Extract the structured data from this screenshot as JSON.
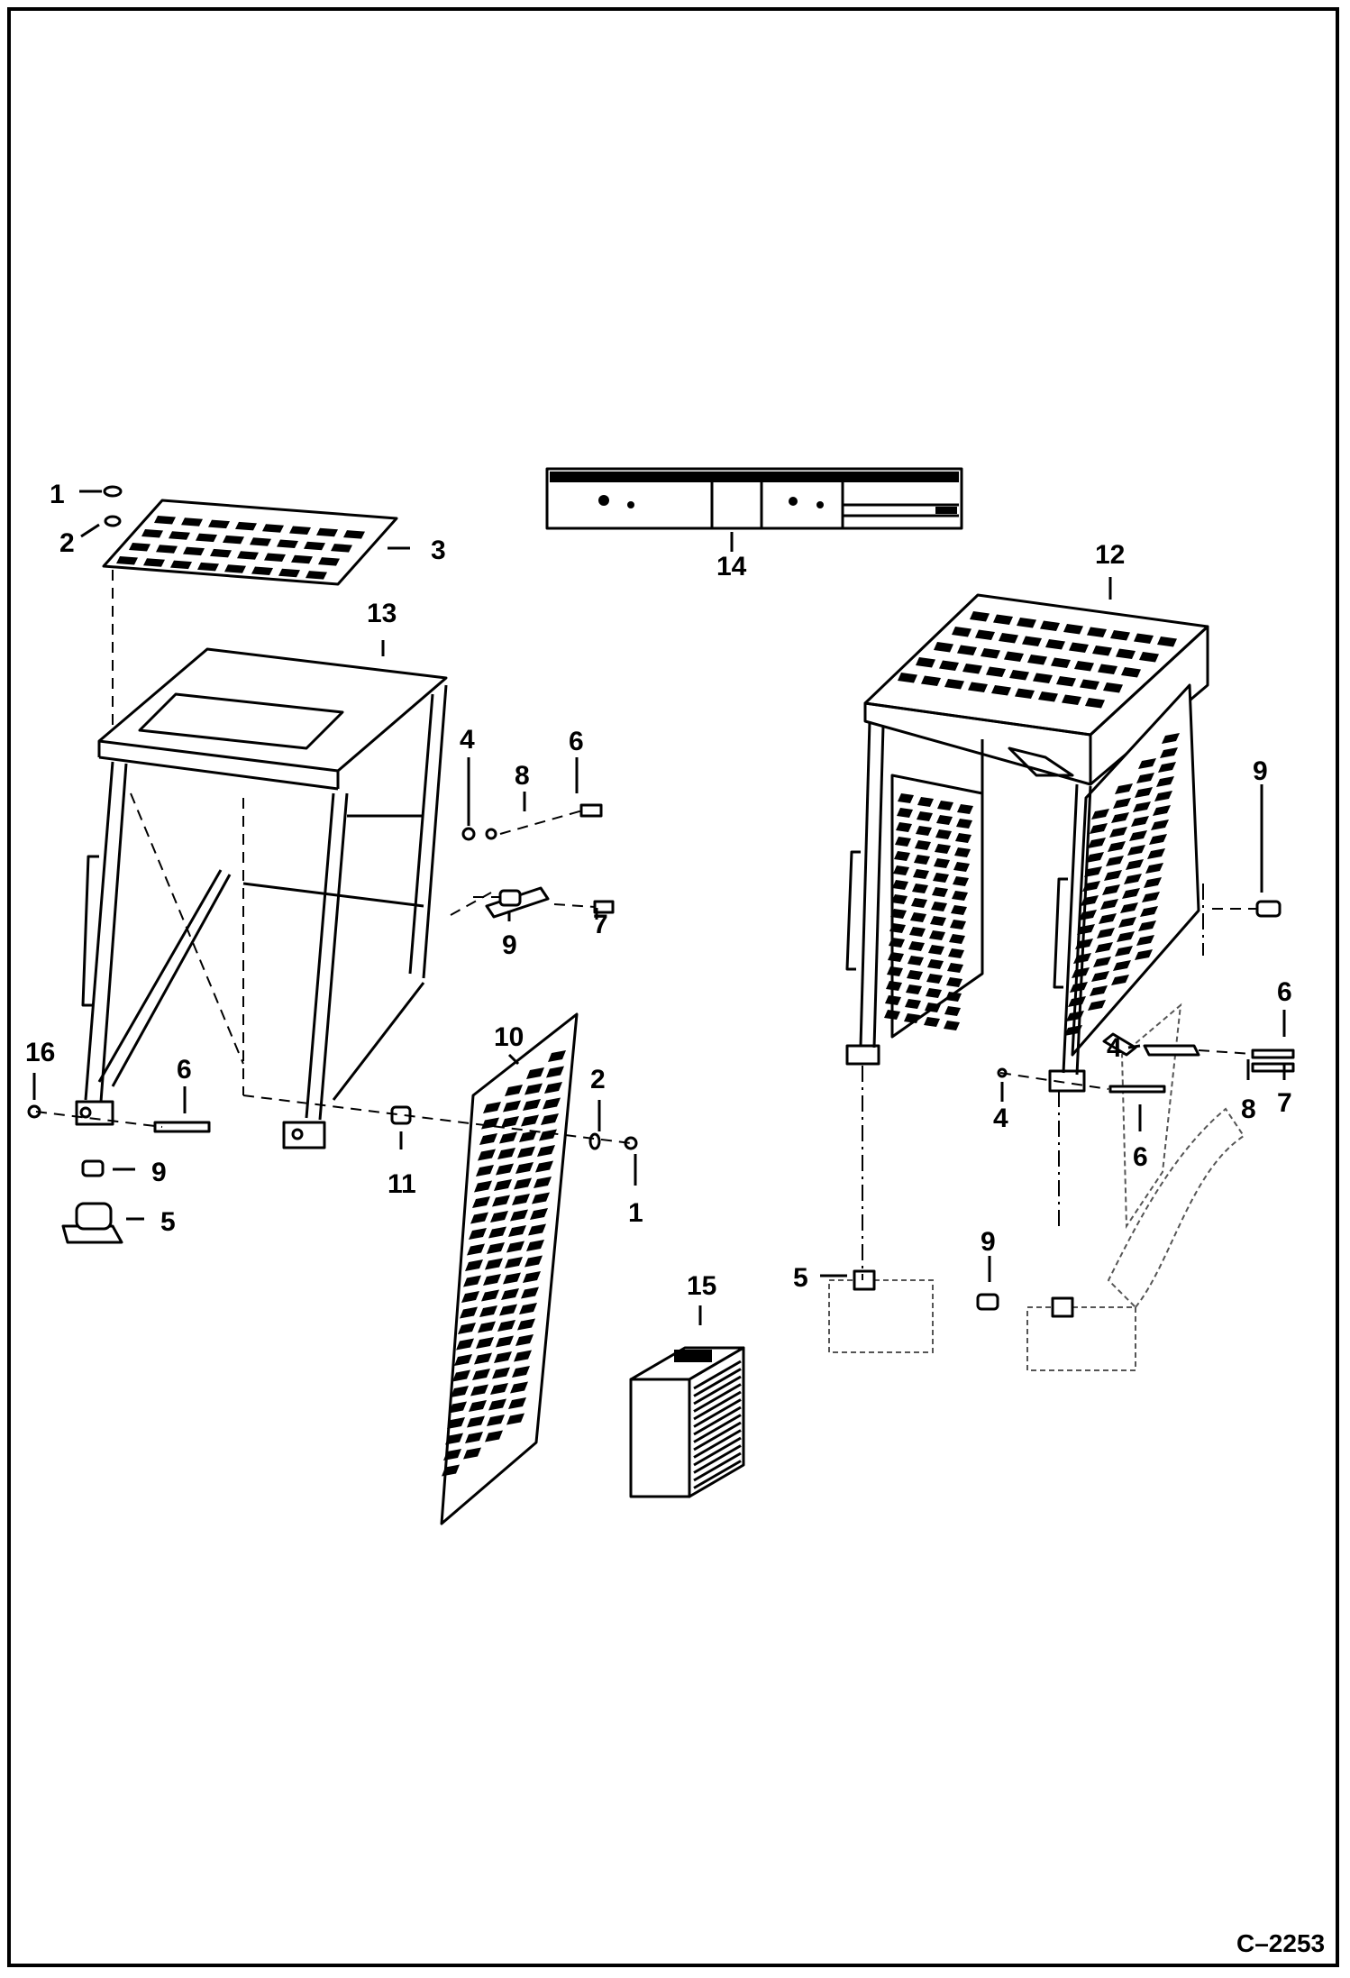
{
  "figure_id": "C–2253",
  "callouts": [
    "1",
    "2",
    "3",
    "13",
    "4",
    "8",
    "6",
    "7",
    "9",
    "16",
    "6",
    "9",
    "5",
    "10",
    "2",
    "11",
    "1",
    "14",
    "12",
    "9",
    "6",
    "4",
    "8",
    "7",
    "4",
    "6",
    "5",
    "9",
    "15"
  ]
}
